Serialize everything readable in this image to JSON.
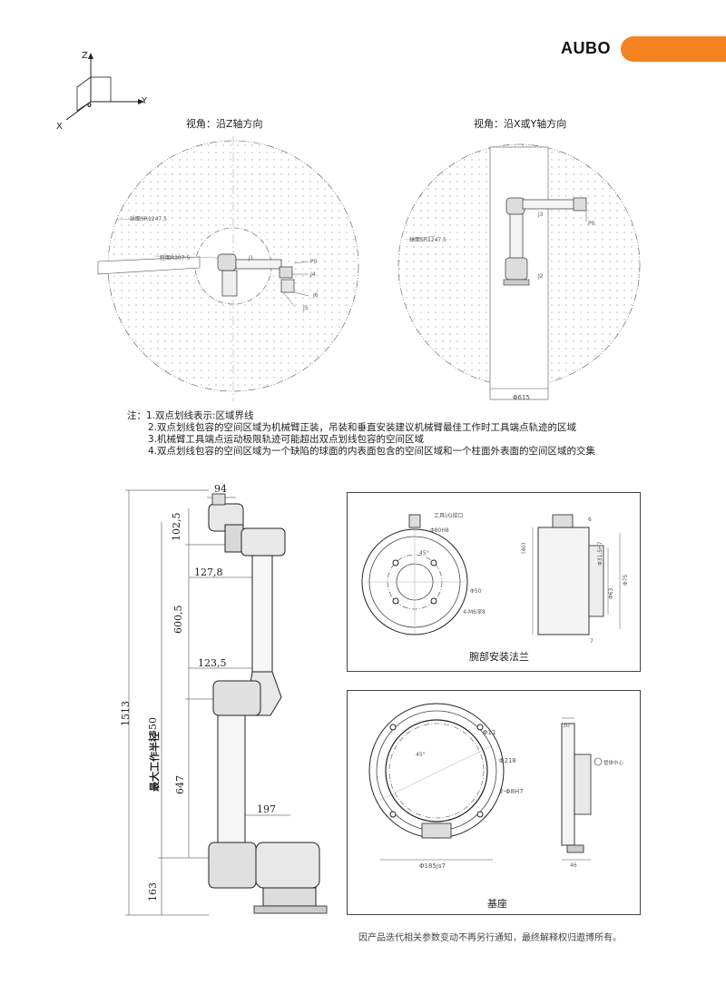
{
  "header": {
    "brand": "AUBO",
    "accent_color": "#f58220"
  },
  "axes_icon": {
    "z": "Z",
    "y": "Y",
    "x": "X",
    "origin": "0"
  },
  "views": {
    "left_title": "视角：沿Z轴方向",
    "right_title": "视角：沿X或Y轴方向",
    "left_sphere_label": "球面SR1247.5",
    "left_cylinder_label": "柱面R307.5",
    "right_sphere_label": "球面SR1247.5",
    "right_cylinder_dim": "Φ615",
    "left_joint_labels": [
      "J1",
      "J4",
      "J5",
      "J6",
      "P0"
    ],
    "right_joint_labels": [
      "J3",
      "J2",
      "P0"
    ]
  },
  "notes": {
    "prefix": "注：",
    "items": [
      "1.双点划线表示:区域界线",
      "2.双点划线包容的空间区域为机械臂正装，吊装和垂直安装建议机械臂最佳工作时工具端点轨迹的区域",
      "3.机械臂工具端点运动极限轨迹可能超出双点划线包容的空间区域",
      "4.双点划线包容的空间区域为一个缺陷的球面的内表面包含的空间区域和一个柱面外表面的空间区域的交集"
    ]
  },
  "dimensions": {
    "d94": "94",
    "d102": "102,5",
    "d127": "127,8",
    "d600": "600,5",
    "d123": "123,5",
    "d1513": "1513",
    "d1350": "1350",
    "max_radius_label": "最大工作半径",
    "d647": "647",
    "d197": "197",
    "d163": "163"
  },
  "wrist_flange": {
    "caption": "腕部安装法兰",
    "labels": [
      "工具I/O接口",
      "Φ80H8",
      "45°",
      "Φ50",
      "4-M6深8",
      "Φ31.5H7",
      "Φ63",
      "Φ75",
      "(40)",
      "6",
      "7"
    ]
  },
  "base": {
    "caption": "基座",
    "labels": [
      "Φ11",
      "45°",
      "Φ218",
      "2-Φ8H7",
      "Φ185js7",
      "30",
      "46",
      "管体中心"
    ]
  },
  "footer": {
    "text": "因产品迭代相关参数变动不再另行通知，最终解释权归遨博所有。"
  }
}
